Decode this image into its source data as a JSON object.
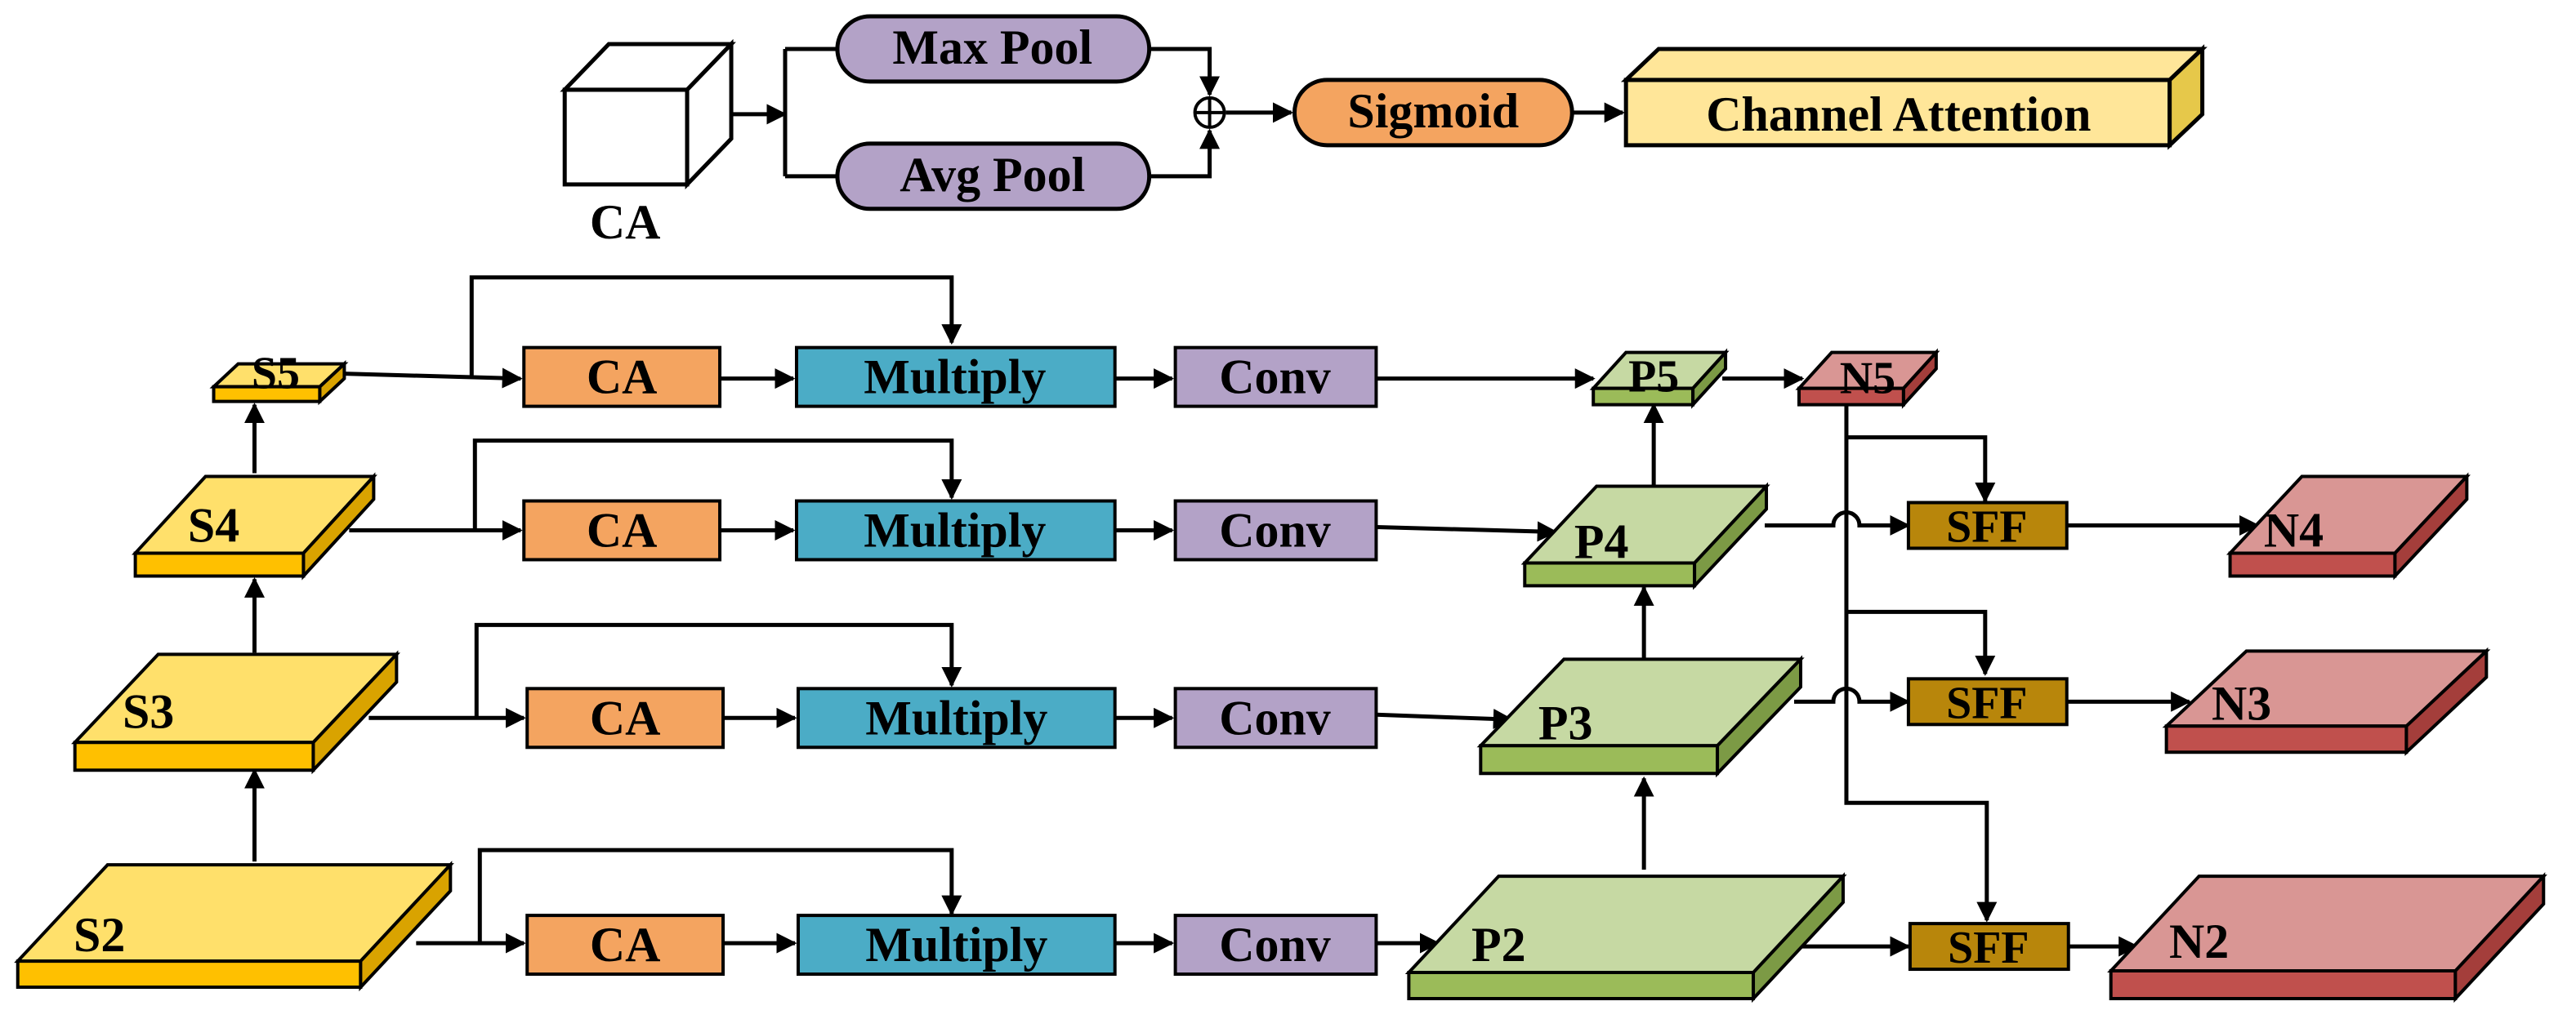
{
  "colors": {
    "stroke": "#000000",
    "s_top": "#FFE06B",
    "s_front": "#FFC000",
    "s_side": "#D9A300",
    "p_top": "#C6D9A3",
    "p_front": "#9BBB59",
    "p_side": "#7C9A45",
    "n_top": "#D99694",
    "n_front": "#C0504D",
    "n_side": "#A43E3B",
    "ca": "#F4A460",
    "multiply": "#4BACC6",
    "conv": "#B3A2C7",
    "sff": "#B8860B",
    "pool": "#B3A2C7",
    "sigmoid": "#F4A460",
    "channel_attention": "#FFE699",
    "channel_attention_side": "#E6C84A"
  },
  "header": {
    "ca_cube_label": "CA",
    "max_pool": "Max Pool",
    "avg_pool": "Avg Pool",
    "sigmoid": "Sigmoid",
    "channel_attention": "Channel Attention"
  },
  "backbone": {
    "s5": "S5",
    "s4": "S4",
    "s3": "S3",
    "s2": "S2"
  },
  "pipeline": {
    "ca": "CA",
    "multiply": "Multiply",
    "conv": "Conv"
  },
  "pyramid": {
    "p5": "P5",
    "p4": "P4",
    "p3": "P3",
    "p2": "P2"
  },
  "fusion": {
    "sff": "SFF"
  },
  "outputs": {
    "n5": "N5",
    "n4": "N4",
    "n3": "N3",
    "n2": "N2"
  }
}
